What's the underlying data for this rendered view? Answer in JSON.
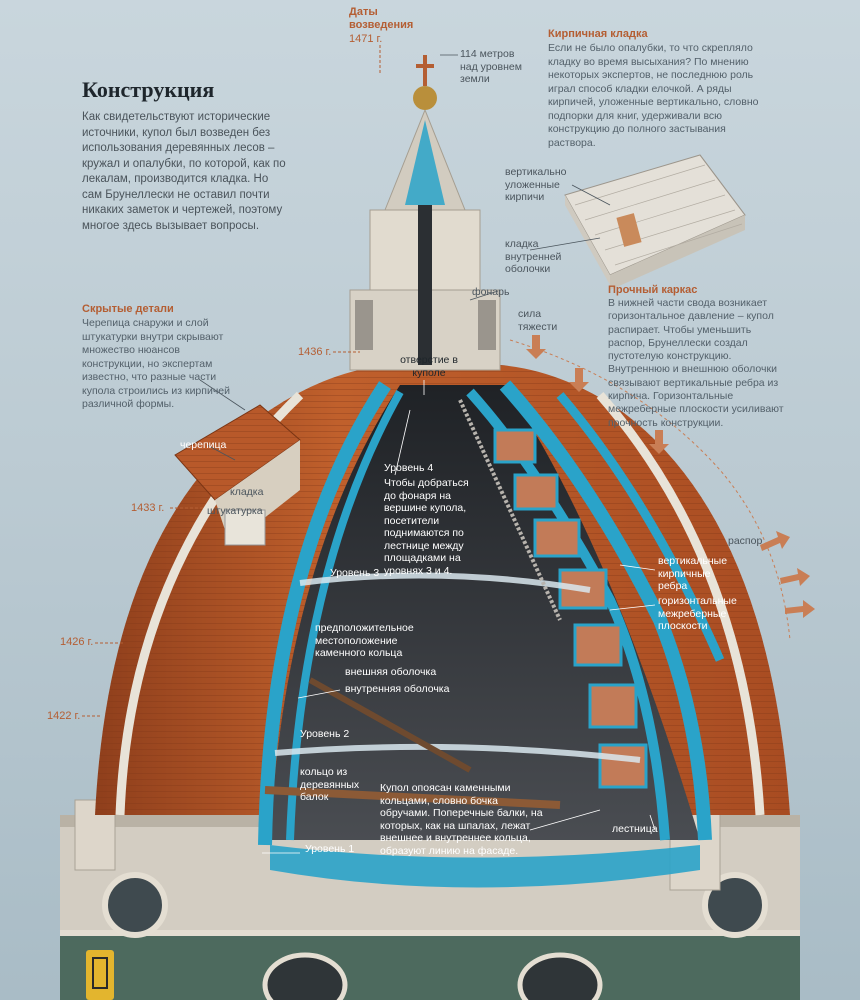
{
  "title": "Конструкция",
  "intro": "Как свидетельствуют исторические источники, купол был возведен без использования деревянных лесов – кружал и опалубки, по которой, как по лекалам, производится кладка. Но сам Брунеллески не оставил почти никаких заметок и чертежей, поэтому многое здесь вызывает вопросы.",
  "dates": {
    "heading": "Даты возведения",
    "y1471": "1471 г.",
    "y1436": "1436 г.",
    "y1433": "1433 г.",
    "y1426": "1426 г.",
    "y1422": "1422 г."
  },
  "height_note": "114 метров над уровнем земли",
  "brickwork": {
    "heading": "Кирпичная кладка",
    "text": "Если не было опалубки, то что скрепляло кладку во время высыхания? По мнению некоторых экспертов, не последнюю роль играл способ кладки елочкой. А ряды кирпичей, уложенные вертикально, словно подпорки для книг, удерживали всю конструкцию до полного застывания раствора.",
    "label_vertical": "вертикально уложенные кирпичи",
    "label_inner": "кладка внутренней оболочки"
  },
  "hidden": {
    "heading": "Скрытые детали",
    "text": "Черепица снаружи и слой штукатурки внутри скрывают множество нюансов конструкции, но экспертам известно, что разные части купола строились из кирпичей различной формы.",
    "tile": "черепица",
    "masonry": "кладка",
    "plaster": "штукатурка"
  },
  "frame": {
    "heading": "Прочный каркас",
    "text": "В нижней части свода возникает горизонтальное давление – купол распирает. Чтобы уменьшить распор, Брунеллески создал пустотелую конструкцию. Внутреннюю и внешнюю оболочки связывают вертикальные ребра из кирпича. Горизонтальные межреберные плоскости усиливают прочность конструкции.",
    "lantern": "фонарь",
    "gravity": "сила тяжести",
    "thrust": "распор",
    "ribs": "вертикальные кирпичные ребра",
    "planes": "горизонтальные межреберные плоскости"
  },
  "inner": {
    "opening": "отверстие в куполе",
    "level4": "Уровень 4",
    "level4_text": "Чтобы добраться до фонаря на вершине купола, посетители поднимаются по лестнице между площадками на уровнях 3 и 4.",
    "level3": "Уровень 3",
    "stone_ring": "предположительное местоположение каменного кольца",
    "outer_shell": "внешняя оболочка",
    "inner_shell": "внутренняя оболочка",
    "level2": "Уровень 2",
    "wood_ring": "кольцо из деревянных балок",
    "level1": "Уровень 1",
    "rings_text": "Купол опоясан каменными кольцами, словно бочка обручами. Поперечные балки, на которых, как на шпалах, лежат внешнее и внутреннее кольца, образуют линию на фасаде.",
    "stairs": "лестница"
  },
  "colors": {
    "accent": "#b45e33",
    "tile": "#b8592a",
    "cyan": "#2aa3c9",
    "stone": "#d8d2c6",
    "background": "#c3d1d9"
  }
}
